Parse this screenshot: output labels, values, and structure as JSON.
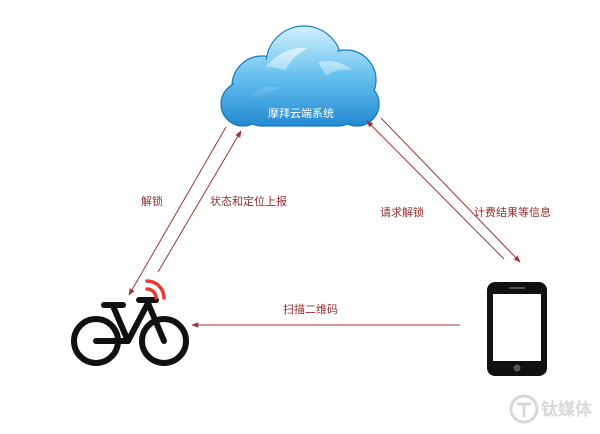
{
  "nodes": {
    "cloud": {
      "label": "摩拜云端系统",
      "icon": "cloud-icon"
    },
    "bike": {
      "icon": "bike-icon",
      "signal_icon": "signal-icon"
    },
    "phone": {
      "icon": "smartphone-icon"
    }
  },
  "edges": {
    "unlock": {
      "label": "解锁",
      "from": "cloud",
      "to": "bike"
    },
    "status_report": {
      "label": "状态和定位上报",
      "from": "bike",
      "to": "cloud"
    },
    "request_unlock": {
      "label": "请求解锁",
      "from": "phone",
      "to": "cloud"
    },
    "billing_info": {
      "label": "计费结果等信息",
      "from": "cloud",
      "to": "phone"
    },
    "scan_qr": {
      "label": "扫描二维码",
      "from": "phone",
      "to": "bike"
    }
  },
  "watermark": {
    "text": "钛媒体",
    "icon": "watermark-logo-icon"
  },
  "colors": {
    "arrow": "#9e3434",
    "label": "#8f2f2f",
    "cloud_top": "#c8ecfc",
    "cloud_bottom": "#1c8ad3",
    "signal": "#e8392e",
    "device": "#111111",
    "watermark": "#d2d2d2"
  }
}
